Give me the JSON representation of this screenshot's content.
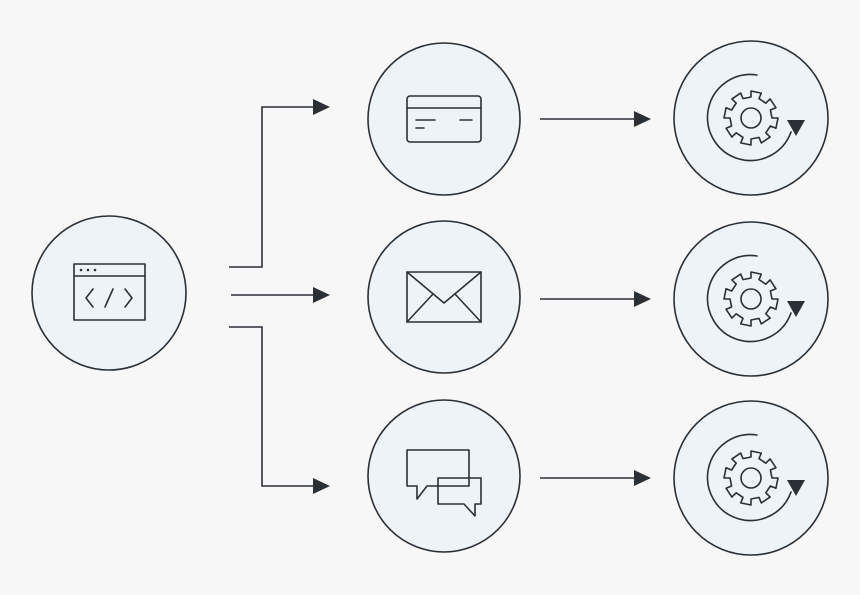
{
  "diagram": {
    "background": "#f7f7f7",
    "node_fill": "#eef3f7",
    "stroke": "#2b3036",
    "source": {
      "icon": "code-window-icon"
    },
    "channels": [
      {
        "id": "payment",
        "icon": "credit-card-icon",
        "process_icon": "gear-refresh-icon"
      },
      {
        "id": "email",
        "icon": "envelope-icon",
        "process_icon": "gear-refresh-icon"
      },
      {
        "id": "chat",
        "icon": "chat-bubbles-icon",
        "process_icon": "gear-refresh-icon"
      }
    ]
  }
}
